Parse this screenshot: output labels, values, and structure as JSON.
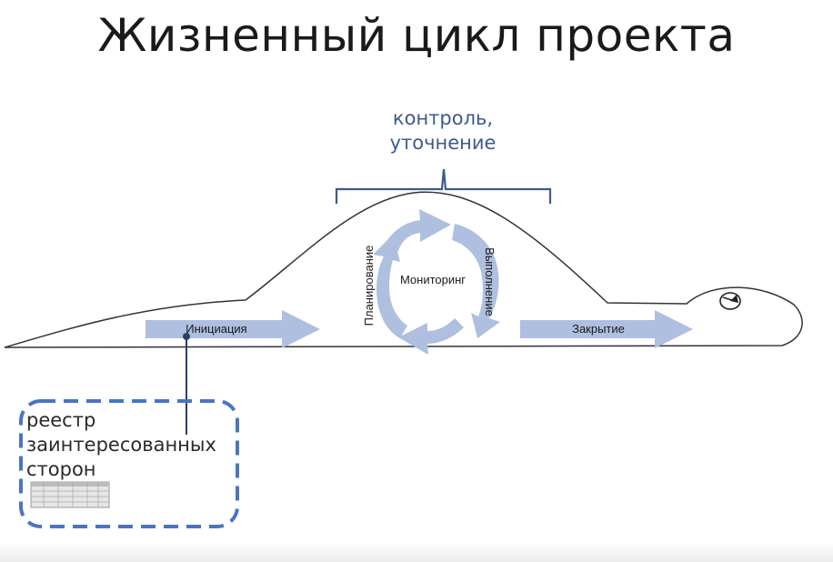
{
  "title": "Жизненный цикл проекта",
  "bracket_label": [
    "контроль,",
    "уточнение"
  ],
  "phases": {
    "initiation": "Инициация",
    "planning": "Планирование",
    "monitoring": "Мониторинг",
    "execution": "Выполнение",
    "closing": "Закрытие"
  },
  "callout": [
    "реестр",
    "заинтересованных",
    "сторон"
  ],
  "colors": {
    "arrow": "#aebfe0",
    "accent": "#3d5a8c",
    "callout_border": "#4a74c4",
    "outline": "#333333"
  }
}
